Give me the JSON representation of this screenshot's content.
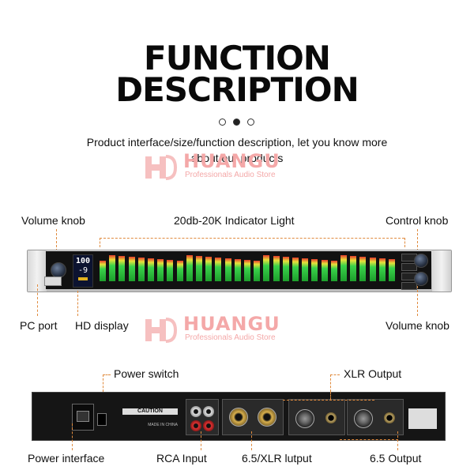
{
  "heading": {
    "line1": "FUNCTION",
    "line2": "DESCRIPTION"
  },
  "carousel_dots": {
    "count": 3,
    "active_index": 1
  },
  "intro": {
    "line1": "Product interface/size/function description, let you know more",
    "line2": "about our products"
  },
  "watermark": {
    "brand": "HUANGU",
    "tagline": "Professionals Audio Store"
  },
  "front_labels": {
    "volume_knob_left": "Volume knob",
    "indicator_light": "20db-20K Indicator Light",
    "control_knob": "Control knob",
    "pc_port": "PC port",
    "hd_display": "HD display",
    "volume_knob_right": "Volume knob"
  },
  "front_display": {
    "line1": "100",
    "line2": "-9"
  },
  "rear_labels": {
    "power_switch": "Power switch",
    "xlr_output": "XLR Output",
    "power_interface": "Power interface",
    "rca_input": "RCA Input",
    "xlr_input": "6.5/XLR lutput",
    "jack_output": "6.5 Output"
  },
  "rear_panel_text": {
    "caution": "CAUTION",
    "made_in": "MADE IN CHINA"
  },
  "colors": {
    "accent_dashed": "#e08b3e",
    "watermark": "#f4a8a8"
  }
}
